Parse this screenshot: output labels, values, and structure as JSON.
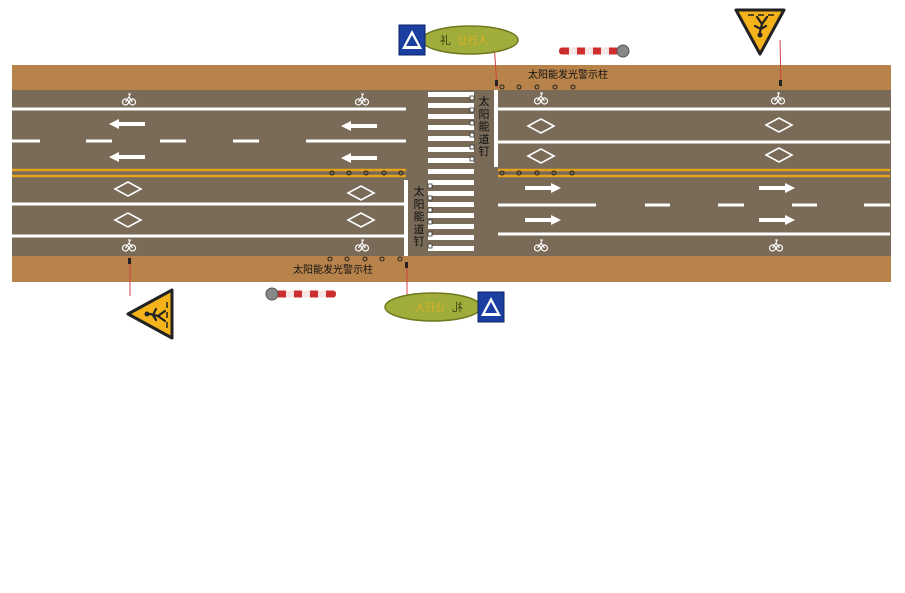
{
  "labels": {
    "warning_post_top": "太阳能发光警示柱",
    "warning_post_bottom": "太阳能发光警示柱",
    "road_stud_top": "太阳能道钉",
    "road_stud_bottom": "太阳能道钉"
  },
  "icons": {
    "crossing_sign": "pedestrian-crossing-sign-icon",
    "warning_sign": "pedestrian-warning-sign-icon",
    "warning_post": "warning-post-icon",
    "bicycle": "bicycle-icon",
    "arrow_left": "arrow-left-icon",
    "arrow_right": "arrow-right-icon",
    "diamond": "diamond-crosswalk-ahead-icon"
  },
  "colors": {
    "road": "#7a6b58",
    "sidewalk": "#b8834a",
    "center_line": "#e6a21a",
    "marking": "#ffffff",
    "sign_yellow": "#f4b21b",
    "sign_blue": "#1b3fa0",
    "sign_green": "#9aa83a"
  }
}
